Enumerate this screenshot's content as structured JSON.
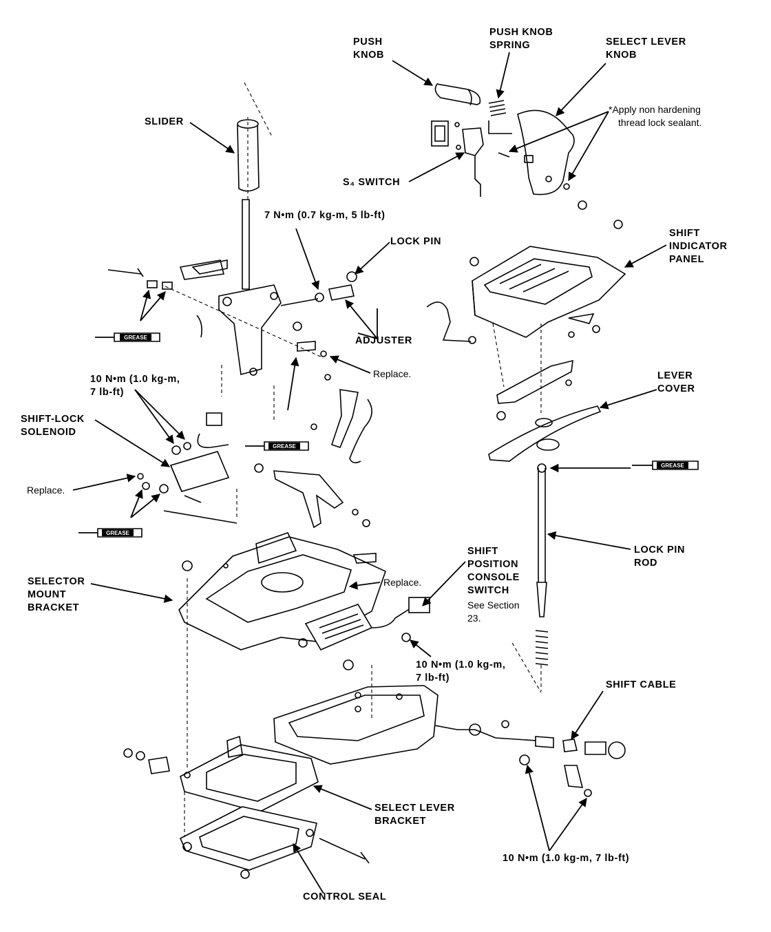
{
  "labels": {
    "push_knob": [
      "PUSH",
      "KNOB"
    ],
    "push_knob_spring": [
      "PUSH KNOB",
      "SPRING"
    ],
    "select_lever_knob": [
      "SELECT LEVER",
      "KNOB"
    ],
    "sealant_note": [
      "*Apply non hardening",
      "thread lock sealant."
    ],
    "slider": "SLIDER",
    "s4_switch": "S₄ SWITCH",
    "torque_7": "7 N•m (0.7 kg-m, 5 lb-ft)",
    "lock_pin": "LOCK PIN",
    "shift_indicator_panel": [
      "SHIFT",
      "INDICATOR",
      "PANEL"
    ],
    "adjuster": "ADJUSTER",
    "replace_1": "Replace.",
    "torque_10_a": [
      "10 N•m (1.0 kg-m,",
      "7 lb-ft)"
    ],
    "shift_lock_solenoid": [
      "SHIFT-LOCK",
      "SOLENOID"
    ],
    "lever_cover": [
      "LEVER",
      "COVER"
    ],
    "replace_2": "Replace.",
    "lock_pin_rod": [
      "LOCK PIN",
      "ROD"
    ],
    "shift_position_console_switch": [
      "SHIFT",
      "POSITION",
      "CONSOLE",
      "SWITCH"
    ],
    "see_section": [
      "See Section",
      "23."
    ],
    "selector_mount_bracket": [
      "SELECTOR",
      "MOUNT",
      "BRACKET"
    ],
    "replace_3": "Replace.",
    "torque_10_b": [
      "10 N•m (1.0 kg-m,",
      "7 lb-ft)"
    ],
    "shift_cable": "SHIFT CABLE",
    "select_lever_bracket": [
      "SELECT LEVER",
      "BRACKET"
    ],
    "torque_10_c": "10 N•m (1.0 kg-m, 7 lb-ft)",
    "control_seal": "CONTROL SEAL",
    "grease_tag": "GREASE"
  }
}
